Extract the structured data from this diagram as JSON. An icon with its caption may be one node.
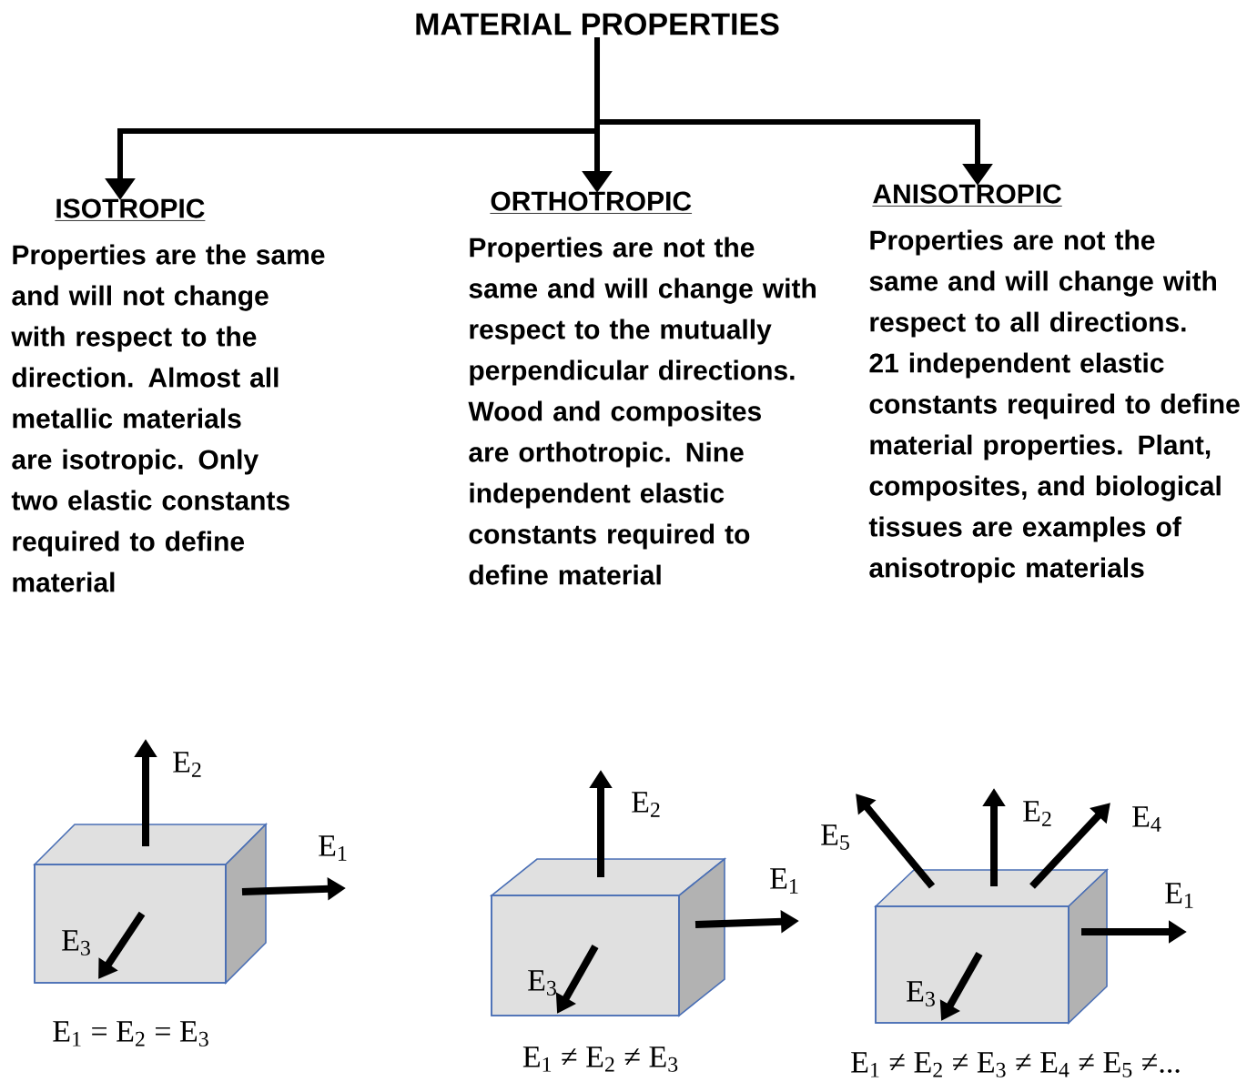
{
  "diagram": {
    "nodes": [
      {
        "text": [
          "MATERIAL PROPERTIES"
        ]
      },
      {
        "text": [
          "ISOTROPIC",
          "Properties are the same and will not change with respect to the direction. Almost all metallic materials are isotropic. Only two elastic constants required to define material"
        ]
      },
      {
        "text": [
          "ORTHOTROPIC",
          "Properties are not the same and will change with respect to the mutually perpendicular directions. Wood and composites are orthotropic. Nine independent elastic constants required to define material"
        ]
      },
      {
        "text": [
          "ANISOTROPIC",
          "Properties are not the same and will change with respect to all directions. 21 independent elastic constants required to define material properties. Plant, composites, and biological tissues are examples of anisotropic materials"
        ]
      }
    ],
    "edges": [
      {
        "from": 0,
        "to": 1,
        "arrow": "to"
      },
      {
        "from": 0,
        "to": 2,
        "arrow": "to"
      },
      {
        "from": 0,
        "to": 3,
        "arrow": "to"
      }
    ],
    "labels": [
      "E$_{2}$",
      "E$_{1}$",
      "E$_{3}$",
      "E$_{1}$ = E$_{2}$ = E$_{3}$",
      "E$_{2}$",
      "E$_{1}$",
      "E$_{3}$",
      "E$_{1}$ ≠ E$_{2}$ ≠ E$_{3}$",
      "E$_{5}$",
      "E$_{2}$",
      "E$_{4}$",
      "E$_{1}$",
      "E$_{3}$",
      "E$_{1}$ ≠ E$_{2}$ ≠ E$_{3}$ ≠ E$_{4}$ ≠ E$_{5}$ ≠..."
    ]
  }
}
